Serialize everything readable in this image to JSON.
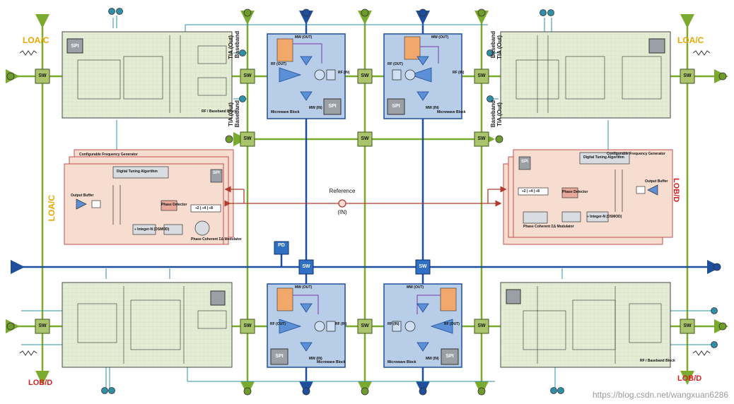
{
  "labels": {
    "loa_top_left": "LOA/C",
    "loa_top_right": "LOA/C",
    "loa_mid_left": "LOA/C",
    "lob_mid_right": "LOB/D",
    "lob_bottom_left": "LOB/D",
    "lob_bottom_right": "LOB/D",
    "baseband": "Baseband",
    "tia_out": "TIA (Out)",
    "reference": "Reference",
    "reference_in": "(IN)",
    "pd": "PD",
    "sw": "SW",
    "spi": "SPI",
    "mw_out": "MW (OUT)",
    "mw_in": "MW (IN)",
    "rf_in": "RF (IN)",
    "rf_out": "RF (OUT)",
    "microwave_block": "Microwave Block",
    "rf_baseband_block": "RF / Baseband Block",
    "configurable_frequency_generator": "Configurable Frequency Generator",
    "digital_tuning_algorithm": "Digital Tuning Algorithm",
    "phase_detector": "Phase Detector",
    "output_buffer": "Output Buffer",
    "n_integer": "÷ Integer-N (DSMOD)",
    "phase_coherent": "Phase Coherent ΣΔ Modulator",
    "divide_chain": "÷2 | ÷4 | ÷8"
  },
  "watermark": "https://blog.csdn.net/wangxuan6286",
  "colors": {
    "green_bus": "#7aab2e",
    "blue_bus": "#1f4e9c",
    "sw_fill": "#a9c46a",
    "mw_block": "#b7cde8",
    "rf_block": "#e4ecd4",
    "fg_block": "#f7ddd0",
    "fg_border": "#c0504d",
    "ref_line": "#b03a2e",
    "teal": "#2f8fa6",
    "lo_text": "#e8a800",
    "lob_text": "#d62020"
  }
}
